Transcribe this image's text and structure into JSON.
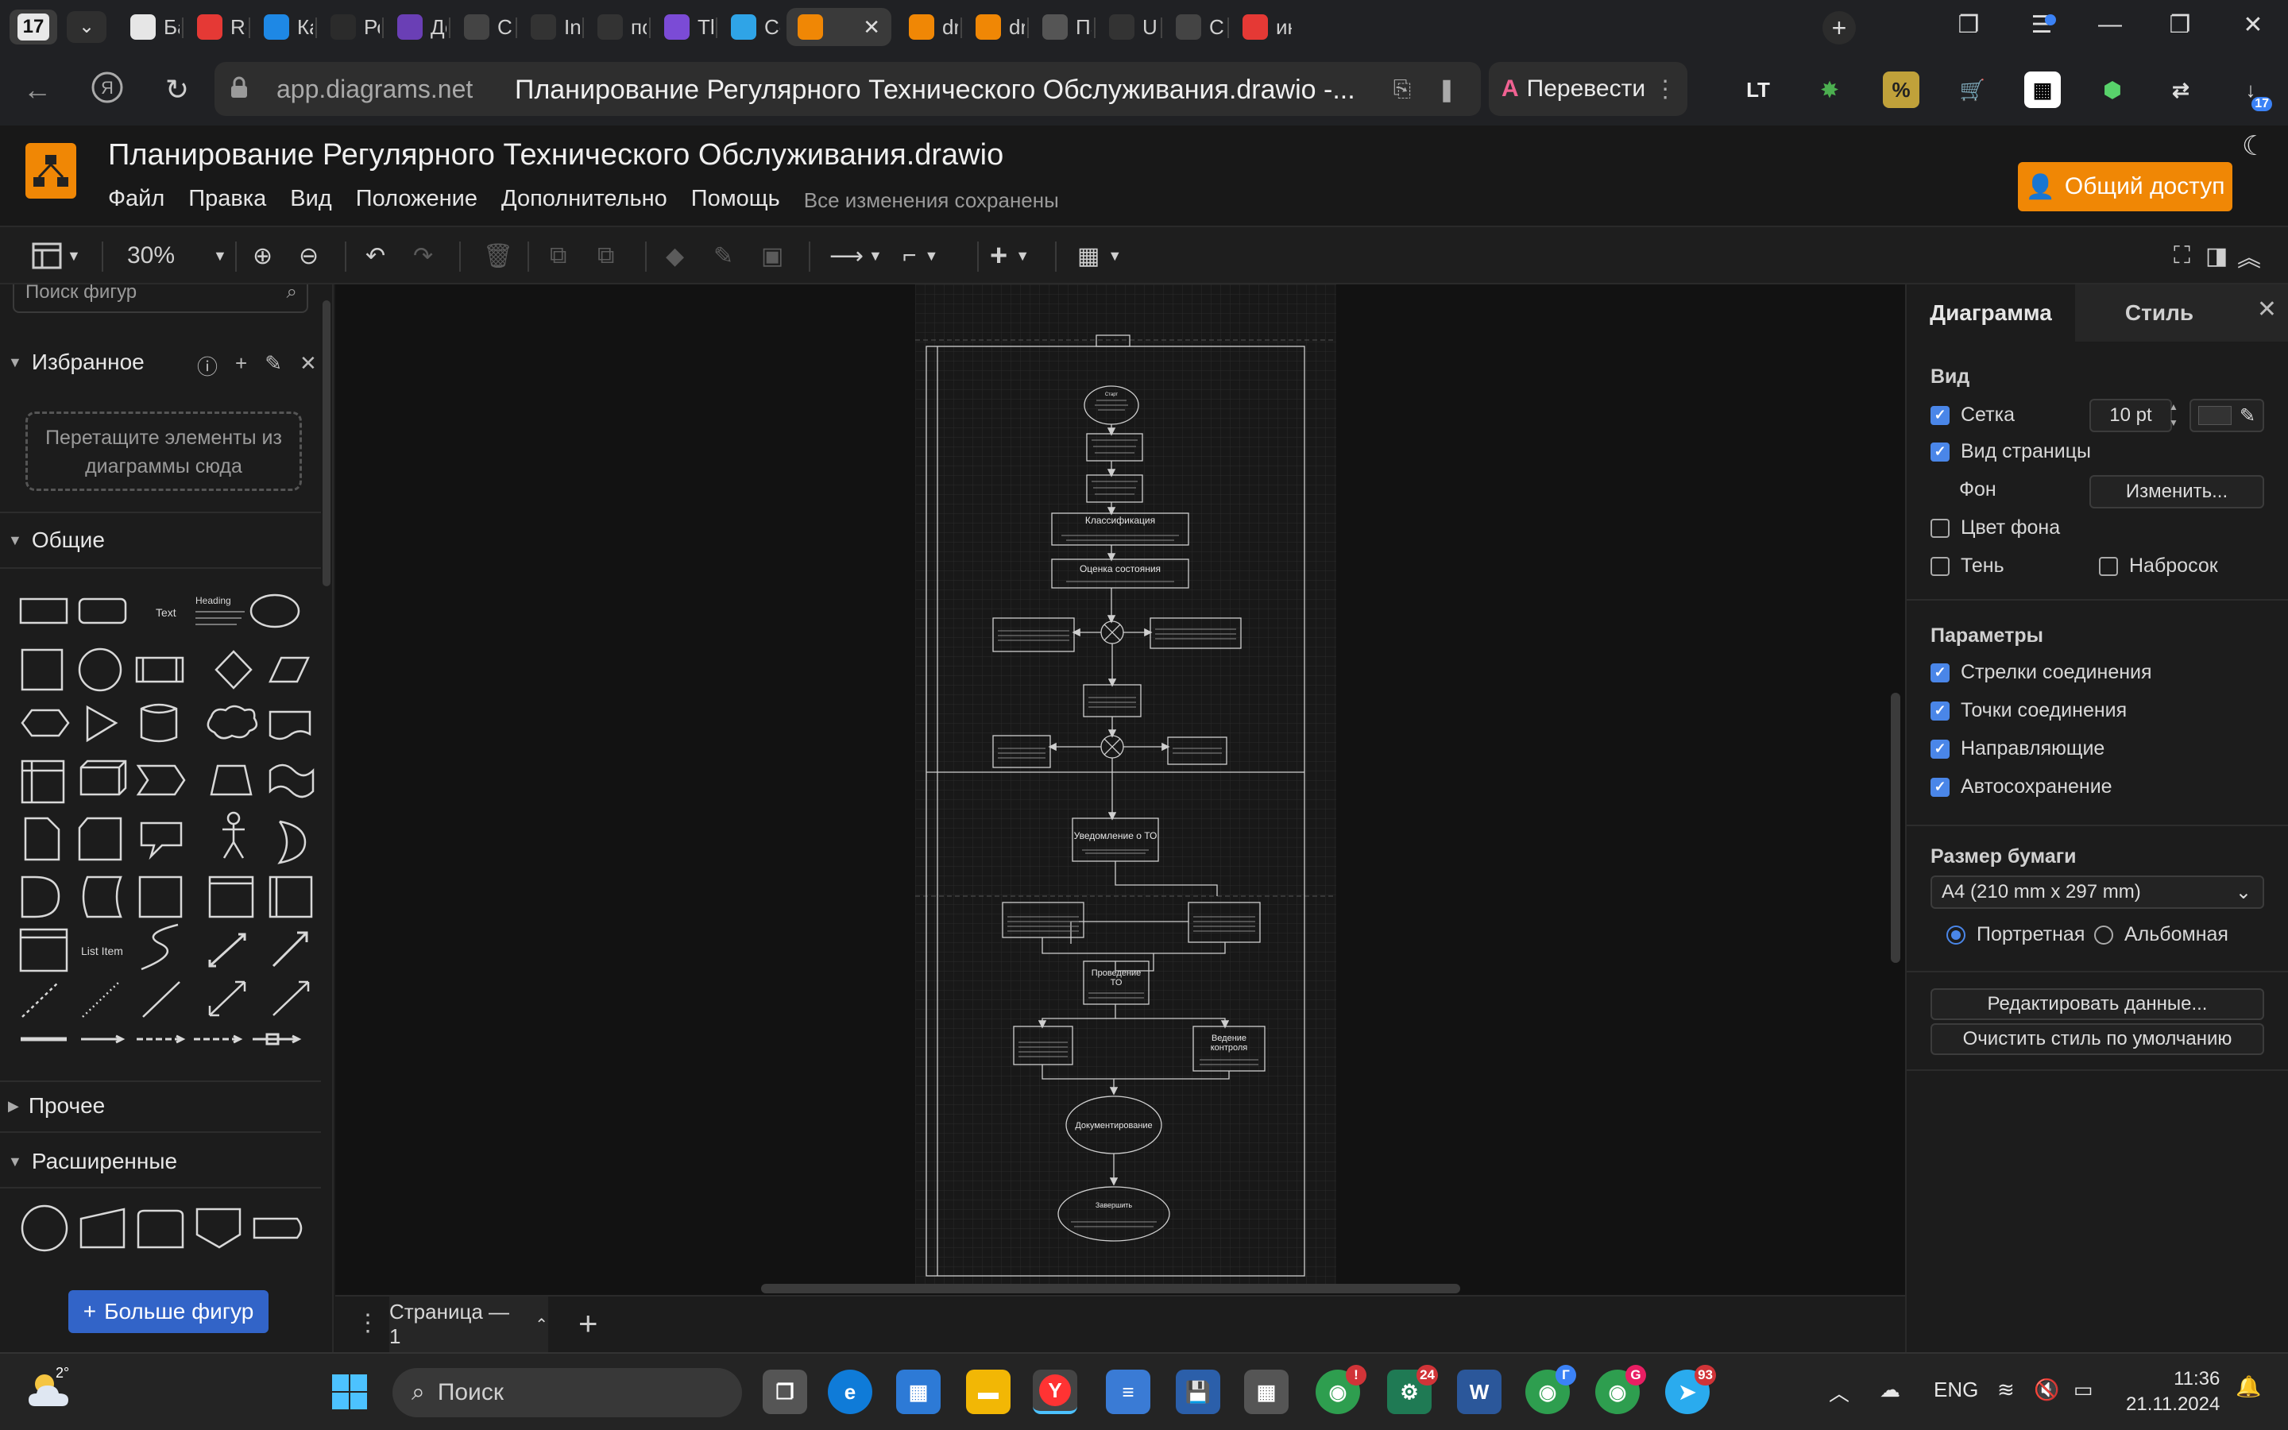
{
  "browser": {
    "tab_count": "17",
    "tabs": [
      {
        "label": "Ба",
        "icon": "video-icon",
        "color": "#e6e6e6"
      },
      {
        "label": "Ro",
        "icon": "yandex-icon",
        "color": "#e53935"
      },
      {
        "label": "Ка",
        "icon": "calendar-check-icon",
        "color": "#1e88e5"
      },
      {
        "label": "Ро",
        "icon": "d-letter-icon",
        "color": "#2b2b2b"
      },
      {
        "label": "До",
        "icon": "eye-spiral-icon",
        "color": "#6a3fb5"
      },
      {
        "label": "Ch",
        "icon": "eye-icon",
        "color": "#444444"
      },
      {
        "label": "Ins",
        "icon": "bug-icon",
        "color": "#333333"
      },
      {
        "label": "по",
        "icon": "bug-icon",
        "color": "#333333"
      },
      {
        "label": "Th",
        "icon": "dots-icon",
        "color": "#7b4bd6"
      },
      {
        "label": "Co",
        "icon": "play-icon",
        "color": "#2fa4e7"
      },
      {
        "label": "",
        "icon": "drawio-icon",
        "color": "#f08705",
        "active": true
      },
      {
        "label": "dra",
        "icon": "drawio-icon",
        "color": "#f08705"
      },
      {
        "label": "dra",
        "icon": "drawio-icon",
        "color": "#f08705"
      },
      {
        "label": "Па",
        "icon": "spiral-icon",
        "color": "#555555"
      },
      {
        "label": "Up",
        "icon": "github-icon",
        "color": "#333333"
      },
      {
        "label": "Ch",
        "icon": "eye-icon",
        "color": "#444444"
      },
      {
        "label": "ин",
        "icon": "yandex-icon",
        "color": "#e53935"
      }
    ],
    "url_domain": "app.diagrams.net",
    "url_title": "Планирование Регулярного Технического Обслуживания.drawio -...",
    "translate_label": "Перевести",
    "download_count": "17"
  },
  "app": {
    "doc_title": "Планирование Регулярного Технического Обслуживания.drawio",
    "menu": [
      "Файл",
      "Правка",
      "Вид",
      "Положение",
      "Дополнительно",
      "Помощь"
    ],
    "save_status": "Все изменения сохранены",
    "share_label": "Общий доступ",
    "zoom": "30%"
  },
  "sidebar": {
    "search_placeholder": "Поиск фигур",
    "favorites_title": "Избранное",
    "dropzone_line1": "Перетащите элементы из",
    "dropzone_line2": "диаграммы сюда",
    "general_title": "Общие",
    "shape_text_label": "Text",
    "shape_heading_label": "Heading",
    "shape_list_item_label": "List Item",
    "other_title": "Прочее",
    "advanced_title": "Расширенные",
    "more_shapes_label": "Больше фигур"
  },
  "diagram": {
    "nodes": {
      "start": "Старт",
      "classification": "Классификация",
      "assessment": "Оценка состояния",
      "notify": "Уведомление о ТО",
      "perform_line1": "Проведение",
      "perform_line2": "ТО",
      "control_line1": "Ведение",
      "control_line2": "контроля",
      "document": "Документирование",
      "finish": "Завершить"
    }
  },
  "pages": {
    "current": "Страница — 1"
  },
  "panel": {
    "tab_diagram": "Диаграмма",
    "tab_style": "Стиль",
    "view_title": "Вид",
    "grid_label": "Сетка",
    "grid_checked": true,
    "grid_size": "10 pt",
    "grid_color": "#333333",
    "page_view_label": "Вид страницы",
    "page_view_checked": true,
    "background_label": "Фон",
    "change_label": "Изменить...",
    "bg_color_label": "Цвет фона",
    "bg_color_checked": false,
    "shadow_label": "Тень",
    "shadow_checked": false,
    "sketch_label": "Набросок",
    "sketch_checked": false,
    "options_title": "Параметры",
    "arrows_label": "Стрелки соединения",
    "arrows_checked": true,
    "points_label": "Точки соединения",
    "points_checked": true,
    "guides_label": "Направляющие",
    "guides_checked": true,
    "autosave_label": "Автосохранение",
    "autosave_checked": true,
    "paper_title": "Размер бумаги",
    "paper_size": "A4 (210 mm x 297 mm)",
    "portrait_label": "Портретная",
    "landscape_label": "Альбомная",
    "orientation": "portrait",
    "edit_data_label": "Редактировать данные...",
    "clear_style_label": "Очистить стиль по умолчанию"
  },
  "taskbar": {
    "weather_temp": "2°",
    "search_label": "Поиск",
    "lang": "ENG",
    "time": "11:36",
    "date": "21.11.2024",
    "badge_chrome": "!",
    "badge_app24": "24",
    "badge_g1": "Г",
    "badge_g2": "G",
    "badge_telegram": "93"
  },
  "colors": {
    "accent": "#f08705",
    "checkbox": "#4a86e8",
    "more_shapes": "#3264c8"
  }
}
